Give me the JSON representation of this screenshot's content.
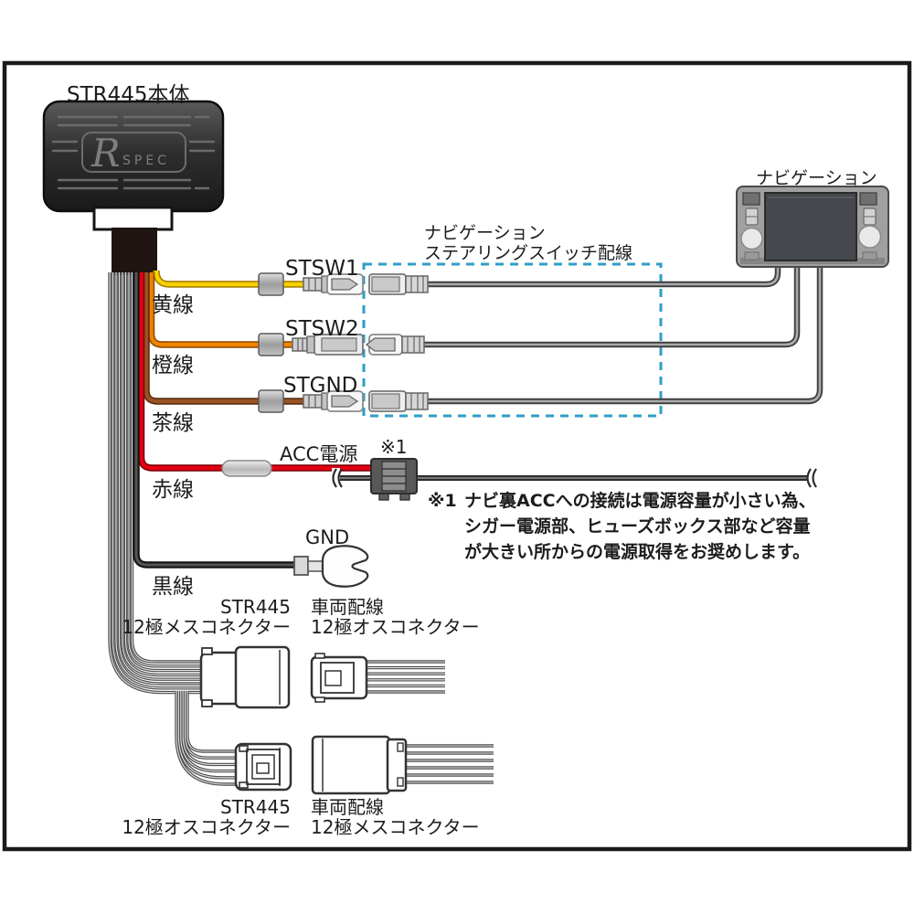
{
  "device": {
    "title": "STR445本体",
    "logo_r": "R",
    "logo_spec": "SPEC"
  },
  "wires": {
    "yellow": {
      "label": "黄線",
      "signal": "STSW1"
    },
    "orange": {
      "label": "橙線",
      "signal": "STSW2"
    },
    "brown": {
      "label": "茶線",
      "signal": "STGND"
    },
    "red": {
      "label": "赤線",
      "signal": "ACC電源",
      "ref": "※1"
    },
    "black": {
      "label": "黒線",
      "signal": "GND"
    }
  },
  "steering_box": {
    "line1": "ナビゲーション",
    "line2": "ステアリングスイッチ配線"
  },
  "navigation": {
    "title": "ナビゲーション"
  },
  "note": {
    "marker": "※1",
    "line1": "ナビ裏ACCへの接続は電源容量が小さい為、",
    "line2": "シガー電源部、ヒューズボックス部など容量",
    "line3": "が大きい所からの電源取得をお奨めします。"
  },
  "connector_pair1": {
    "left1": "STR445",
    "left2": "12極メスコネクター",
    "right1": "車両配線",
    "right2": "12極オスコネクター"
  },
  "connector_pair2": {
    "left1": "STR445",
    "left2": "12極オスコネクター",
    "right1": "車両配線",
    "right2": "12極メスコネクター"
  },
  "colors": {
    "dashed_box": "#2e9ec9",
    "yellow": "#f8d200",
    "orange": "#f08300",
    "brown": "#9a5224",
    "red": "#e60012",
    "black": "#1a1a1a"
  }
}
